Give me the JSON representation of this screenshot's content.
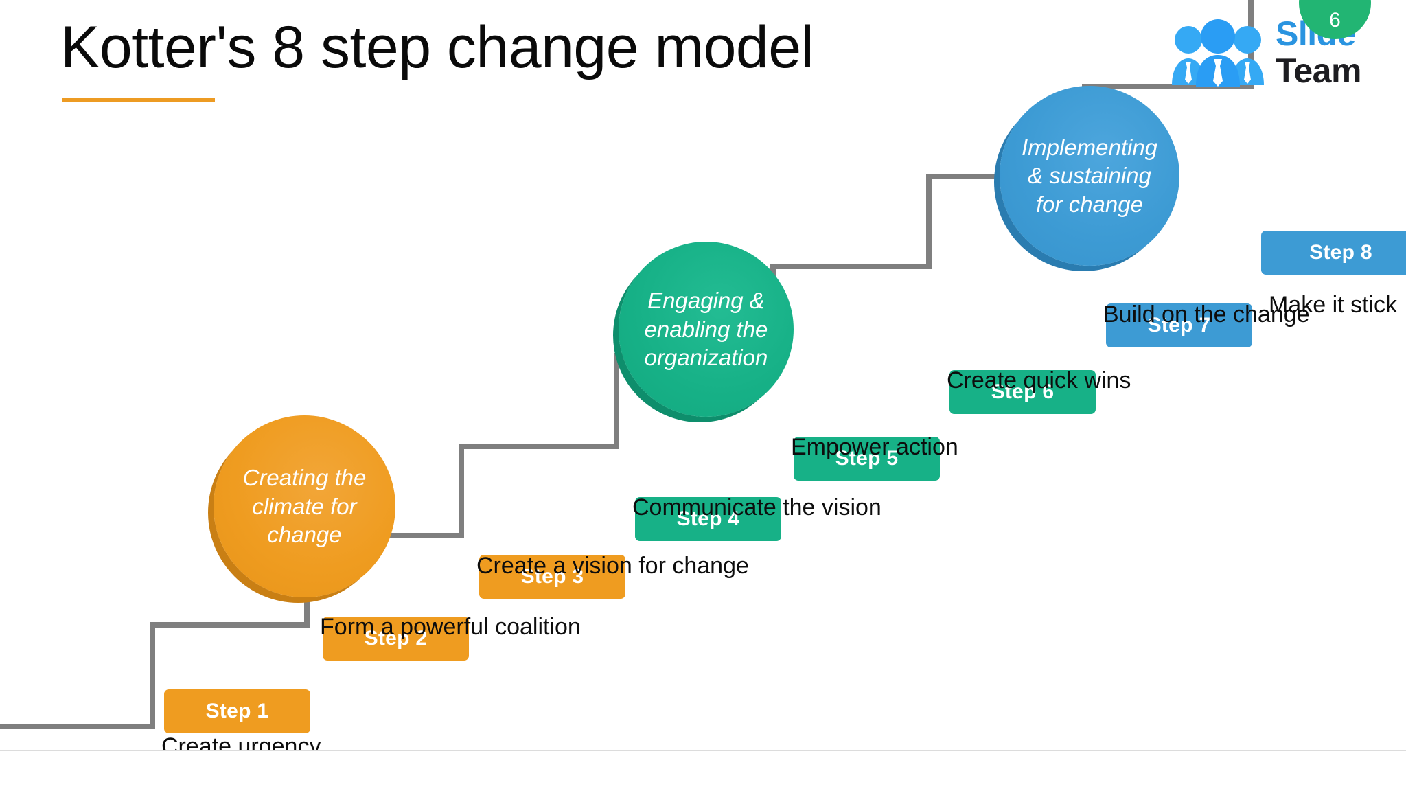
{
  "slide": {
    "title": "Kotter's 8 step change model",
    "page_number": "6",
    "accent_rule_color": "#ed9b23",
    "background": "#ffffff"
  },
  "logo": {
    "word_one": "Slide",
    "word_two": "Team",
    "people_icon": "people-group-icon",
    "blue": "#2a94e0",
    "dark": "#1d1d21",
    "badge_green": "#22b573"
  },
  "colors": {
    "orange": "#ef9c20",
    "orange_shade": "#cf8014",
    "green": "#17b187",
    "green_shade": "#0f9370",
    "blue": "#3d9bd4",
    "blue_shade": "#2a7fb4",
    "stair_line": "#7f7f7f",
    "text": "#0d0d0d"
  },
  "phases": [
    {
      "id": "creating-climate",
      "line1": "Creating the",
      "line2": "climate for",
      "line3": "change",
      "color": "#ef9c20"
    },
    {
      "id": "engaging-enabling",
      "line1": "Engaging &",
      "line2": "enabling the",
      "line3": "organization",
      "color": "#17b187"
    },
    {
      "id": "implementing-sustaining",
      "line1": "Implementing",
      "line2": "& sustaining",
      "line3": "for change",
      "color": "#3d9bd4"
    }
  ],
  "steps": [
    {
      "box": "Step 1",
      "label": "Create urgency",
      "color": "#ef9c20"
    },
    {
      "box": "Step 2",
      "label": "Form a powerful coalition",
      "color": "#ef9c20"
    },
    {
      "box": "Step 3",
      "label": "Create a vision for change",
      "color": "#ef9c20"
    },
    {
      "box": "Step 4",
      "label": "Communicate the vision",
      "color": "#17b187"
    },
    {
      "box": "Step 5",
      "label": "Empower action",
      "color": "#17b187"
    },
    {
      "box": "Step 6",
      "label": "Create quick wins",
      "color": "#17b187"
    },
    {
      "box": "Step 7",
      "label": "Build on the change",
      "color": "#3d9bd4"
    },
    {
      "box": "Step 8",
      "label": "Make it stick",
      "color": "#3d9bd4"
    }
  ]
}
